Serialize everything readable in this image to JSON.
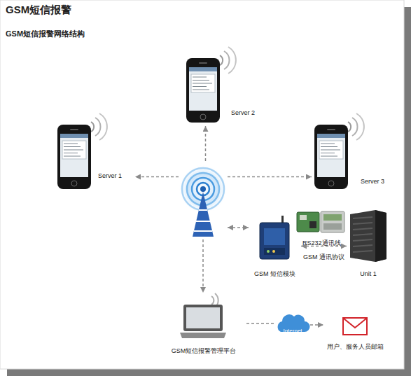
{
  "diagram": {
    "title": "GSM短信报警",
    "nodes": [
      {
        "text": [
          "Server 2"
        ]
      },
      {
        "text": [
          "Server 1"
        ]
      },
      {
        "text": [
          "Server 3"
        ]
      },
      {
        "text": []
      },
      {
        "text": [
          "GSM 短信模块"
        ]
      },
      {
        "text": [
          "Unit 1"
        ]
      },
      {
        "text": [
          "GSM短信报警管理平台"
        ]
      },
      {
        "text": [
          "Internet"
        ]
      },
      {
        "text": [
          "用户、服务人员邮箱"
        ]
      }
    ],
    "edges": [
      {
        "from": 3,
        "to": 0,
        "arrow": "to"
      },
      {
        "from": 3,
        "to": 1,
        "arrow": "to"
      },
      {
        "from": 3,
        "to": 2,
        "arrow": "to"
      },
      {
        "from": 3,
        "to": 4,
        "arrow": "both"
      },
      {
        "from": 4,
        "to": 5,
        "label": "GSM 通讯协议",
        "arrow": "both"
      },
      {
        "from": 3,
        "to": 6,
        "arrow": "to"
      },
      {
        "from": 6,
        "to": 7,
        "arrow": "none"
      },
      {
        "from": 7,
        "to": 8,
        "arrow": "to"
      }
    ],
    "labels": [
      "GSM短信报警网络结构",
      "RS232通讯线"
    ]
  }
}
